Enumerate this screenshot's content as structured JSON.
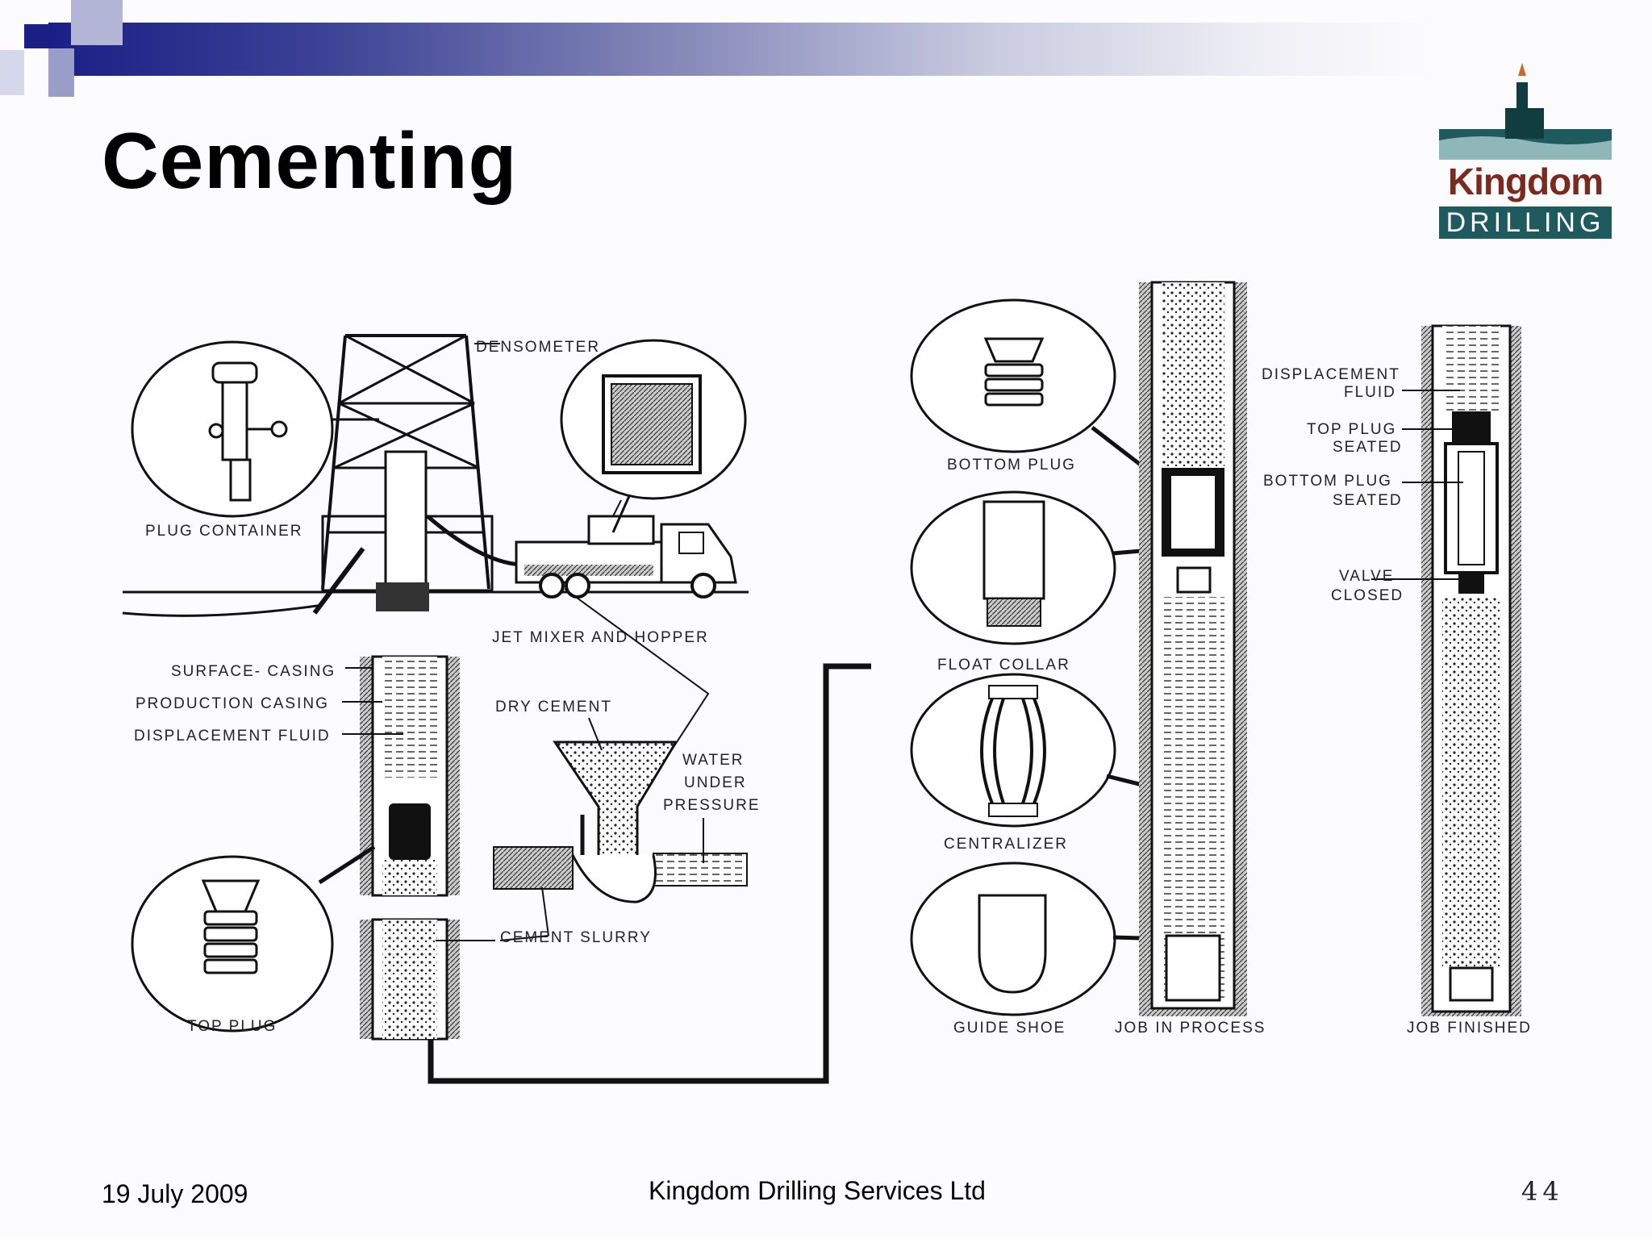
{
  "slide": {
    "title": "Cementing",
    "footer": {
      "date": "19 July 2009",
      "company": "Kingdom Drilling Services Ltd",
      "page_number": "44"
    }
  },
  "logo": {
    "line1": "Kingdom",
    "line2": "DRILLING",
    "colors": {
      "red": "#7a2a1e",
      "teal": "#1e5a5e"
    }
  },
  "diagram": {
    "labels": {
      "densometer": "DENSOMETER",
      "plug_container": "PLUG CONTAINER",
      "jet_mixer_hopper": "JET MIXER AND HOPPER",
      "surface_casing": "SURFACE- CASING",
      "production_casing": "PRODUCTION CASING",
      "displacement_fluid_left": "DISPLACEMENT FLUID",
      "dry_cement": "DRY CEMENT",
      "water_1": "WATER",
      "water_2": "UNDER",
      "water_3": "PRESSURE",
      "cement_slurry": "CEMENT SLURRY",
      "top_plug": "TOP PLUG",
      "bottom_plug": "BOTTOM PLUG",
      "float_collar": "FLOAT COLLAR",
      "centralizer": "CENTRALIZER",
      "guide_shoe": "GUIDE SHOE",
      "job_in_process": "JOB IN PROCESS",
      "job_finished": "JOB FINISHED",
      "displacement_fluid_r1": "DISPLACEMENT",
      "displacement_fluid_r2": "FLUID",
      "top_plug_seated_1": "TOP PLUG",
      "top_plug_seated_2": "SEATED",
      "bottom_plug_seated_1": "BOTTOM PLUG",
      "bottom_plug_seated_2": "SEATED",
      "valve_closed_1": "VALVE",
      "valve_closed_2": "CLOSED"
    }
  }
}
